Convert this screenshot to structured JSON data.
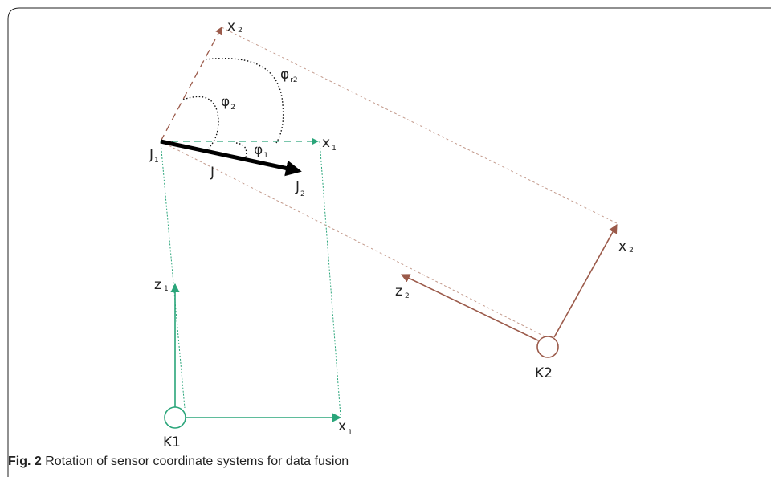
{
  "colors": {
    "green": "#2aa57a",
    "brown": "#9b5a4a",
    "brown_dash": "#c39a8c",
    "black": "#000000",
    "text": "#222222"
  },
  "labels": {
    "x2_top": {
      "main": "x",
      "sub": "2"
    },
    "phi_r2": {
      "main": "φ",
      "sub": "r2"
    },
    "phi2": {
      "main": "φ",
      "sub": "2"
    },
    "phi1": {
      "main": "φ",
      "sub": "1"
    },
    "x1_top": {
      "main": "x",
      "sub": "1"
    },
    "j1": {
      "main": "J",
      "sub": "1"
    },
    "j": {
      "main": "J",
      "sub": ""
    },
    "j2": {
      "main": "J",
      "sub": "2"
    },
    "z1": {
      "main": "z",
      "sub": "1"
    },
    "x1_bottom": {
      "main": "x",
      "sub": "1"
    },
    "z2": {
      "main": "z",
      "sub": "2"
    },
    "x2_right": {
      "main": "x",
      "sub": "2"
    },
    "k1": {
      "main": "K1",
      "sub": ""
    },
    "k2": {
      "main": "K2",
      "sub": ""
    }
  },
  "caption": {
    "prefix": "Fig. 2",
    "text": " Rotation of sensor coordinate systems for data fusion"
  }
}
